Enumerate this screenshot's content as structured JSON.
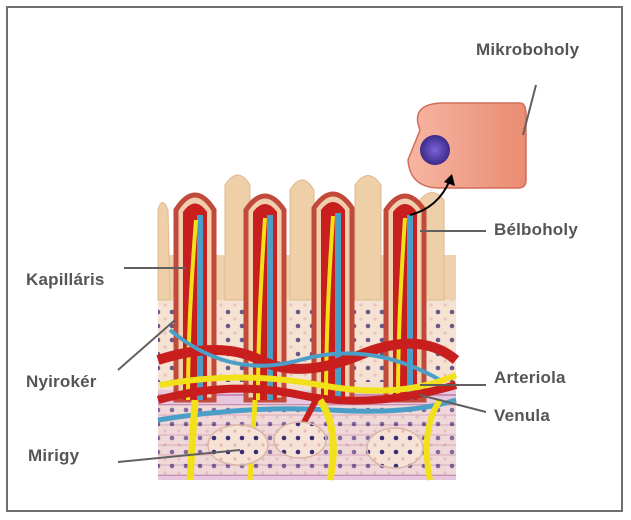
{
  "diagram": {
    "labels": {
      "mikroboholy": "Mikroboholy",
      "belboholy": "Bélboholy",
      "kapillaris": "Kapilláris",
      "nyirokér": "Nyirokér",
      "arteriola": "Arteriola",
      "venula": "Venula",
      "mirigy": "Mirigy"
    },
    "colors": {
      "frame": "#6f6f6f",
      "label_text": "#555555",
      "leader_line": "#606060",
      "tissue": "#f1d3b0",
      "villus_outline": "#c24a3b",
      "capillary_red": "#c81e1e",
      "venule_blue": "#4a9ec7",
      "lymph_yellow": "#f2e11a",
      "gland_dots": "#3b2a74",
      "cell_pink": "#f0a08a",
      "nucleus": "#5a3ea8"
    }
  }
}
